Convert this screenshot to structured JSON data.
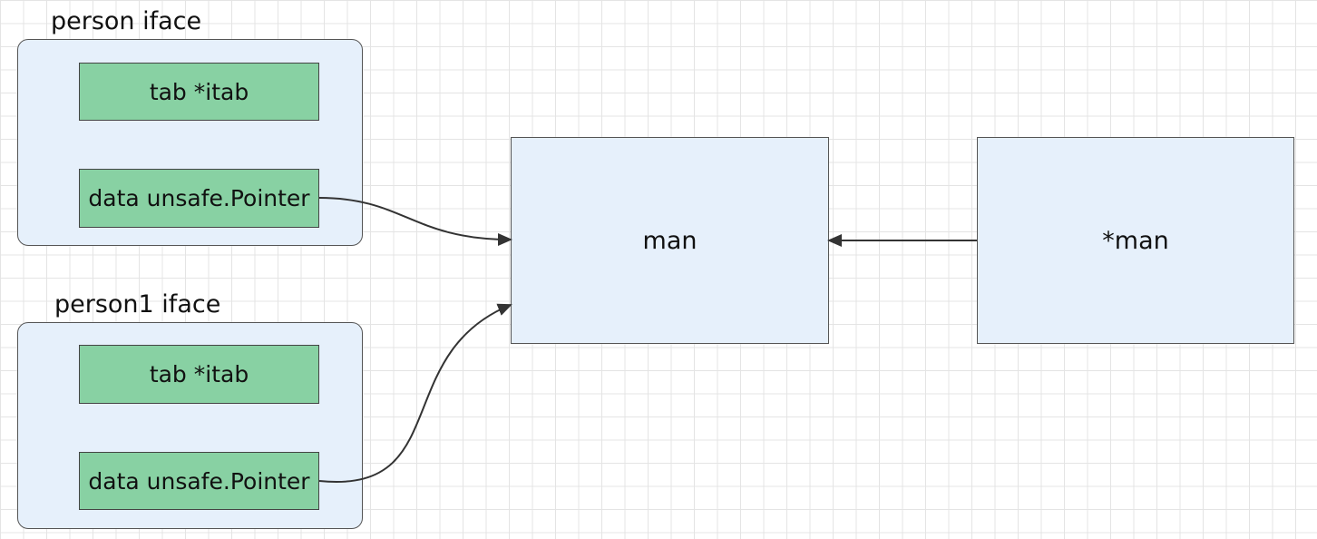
{
  "groups": [
    {
      "title": "person iface",
      "fields": [
        "tab *itab",
        "data unsafe.Pointer"
      ]
    },
    {
      "title": "person1 iface",
      "fields": [
        "tab *itab",
        "data unsafe.Pointer"
      ]
    }
  ],
  "nodes": {
    "man": "man",
    "man_ptr": "*man"
  },
  "colors": {
    "container_fill": "#e6f0fb",
    "field_fill": "#88d1a3",
    "border": "#555555",
    "edge": "#333333"
  }
}
